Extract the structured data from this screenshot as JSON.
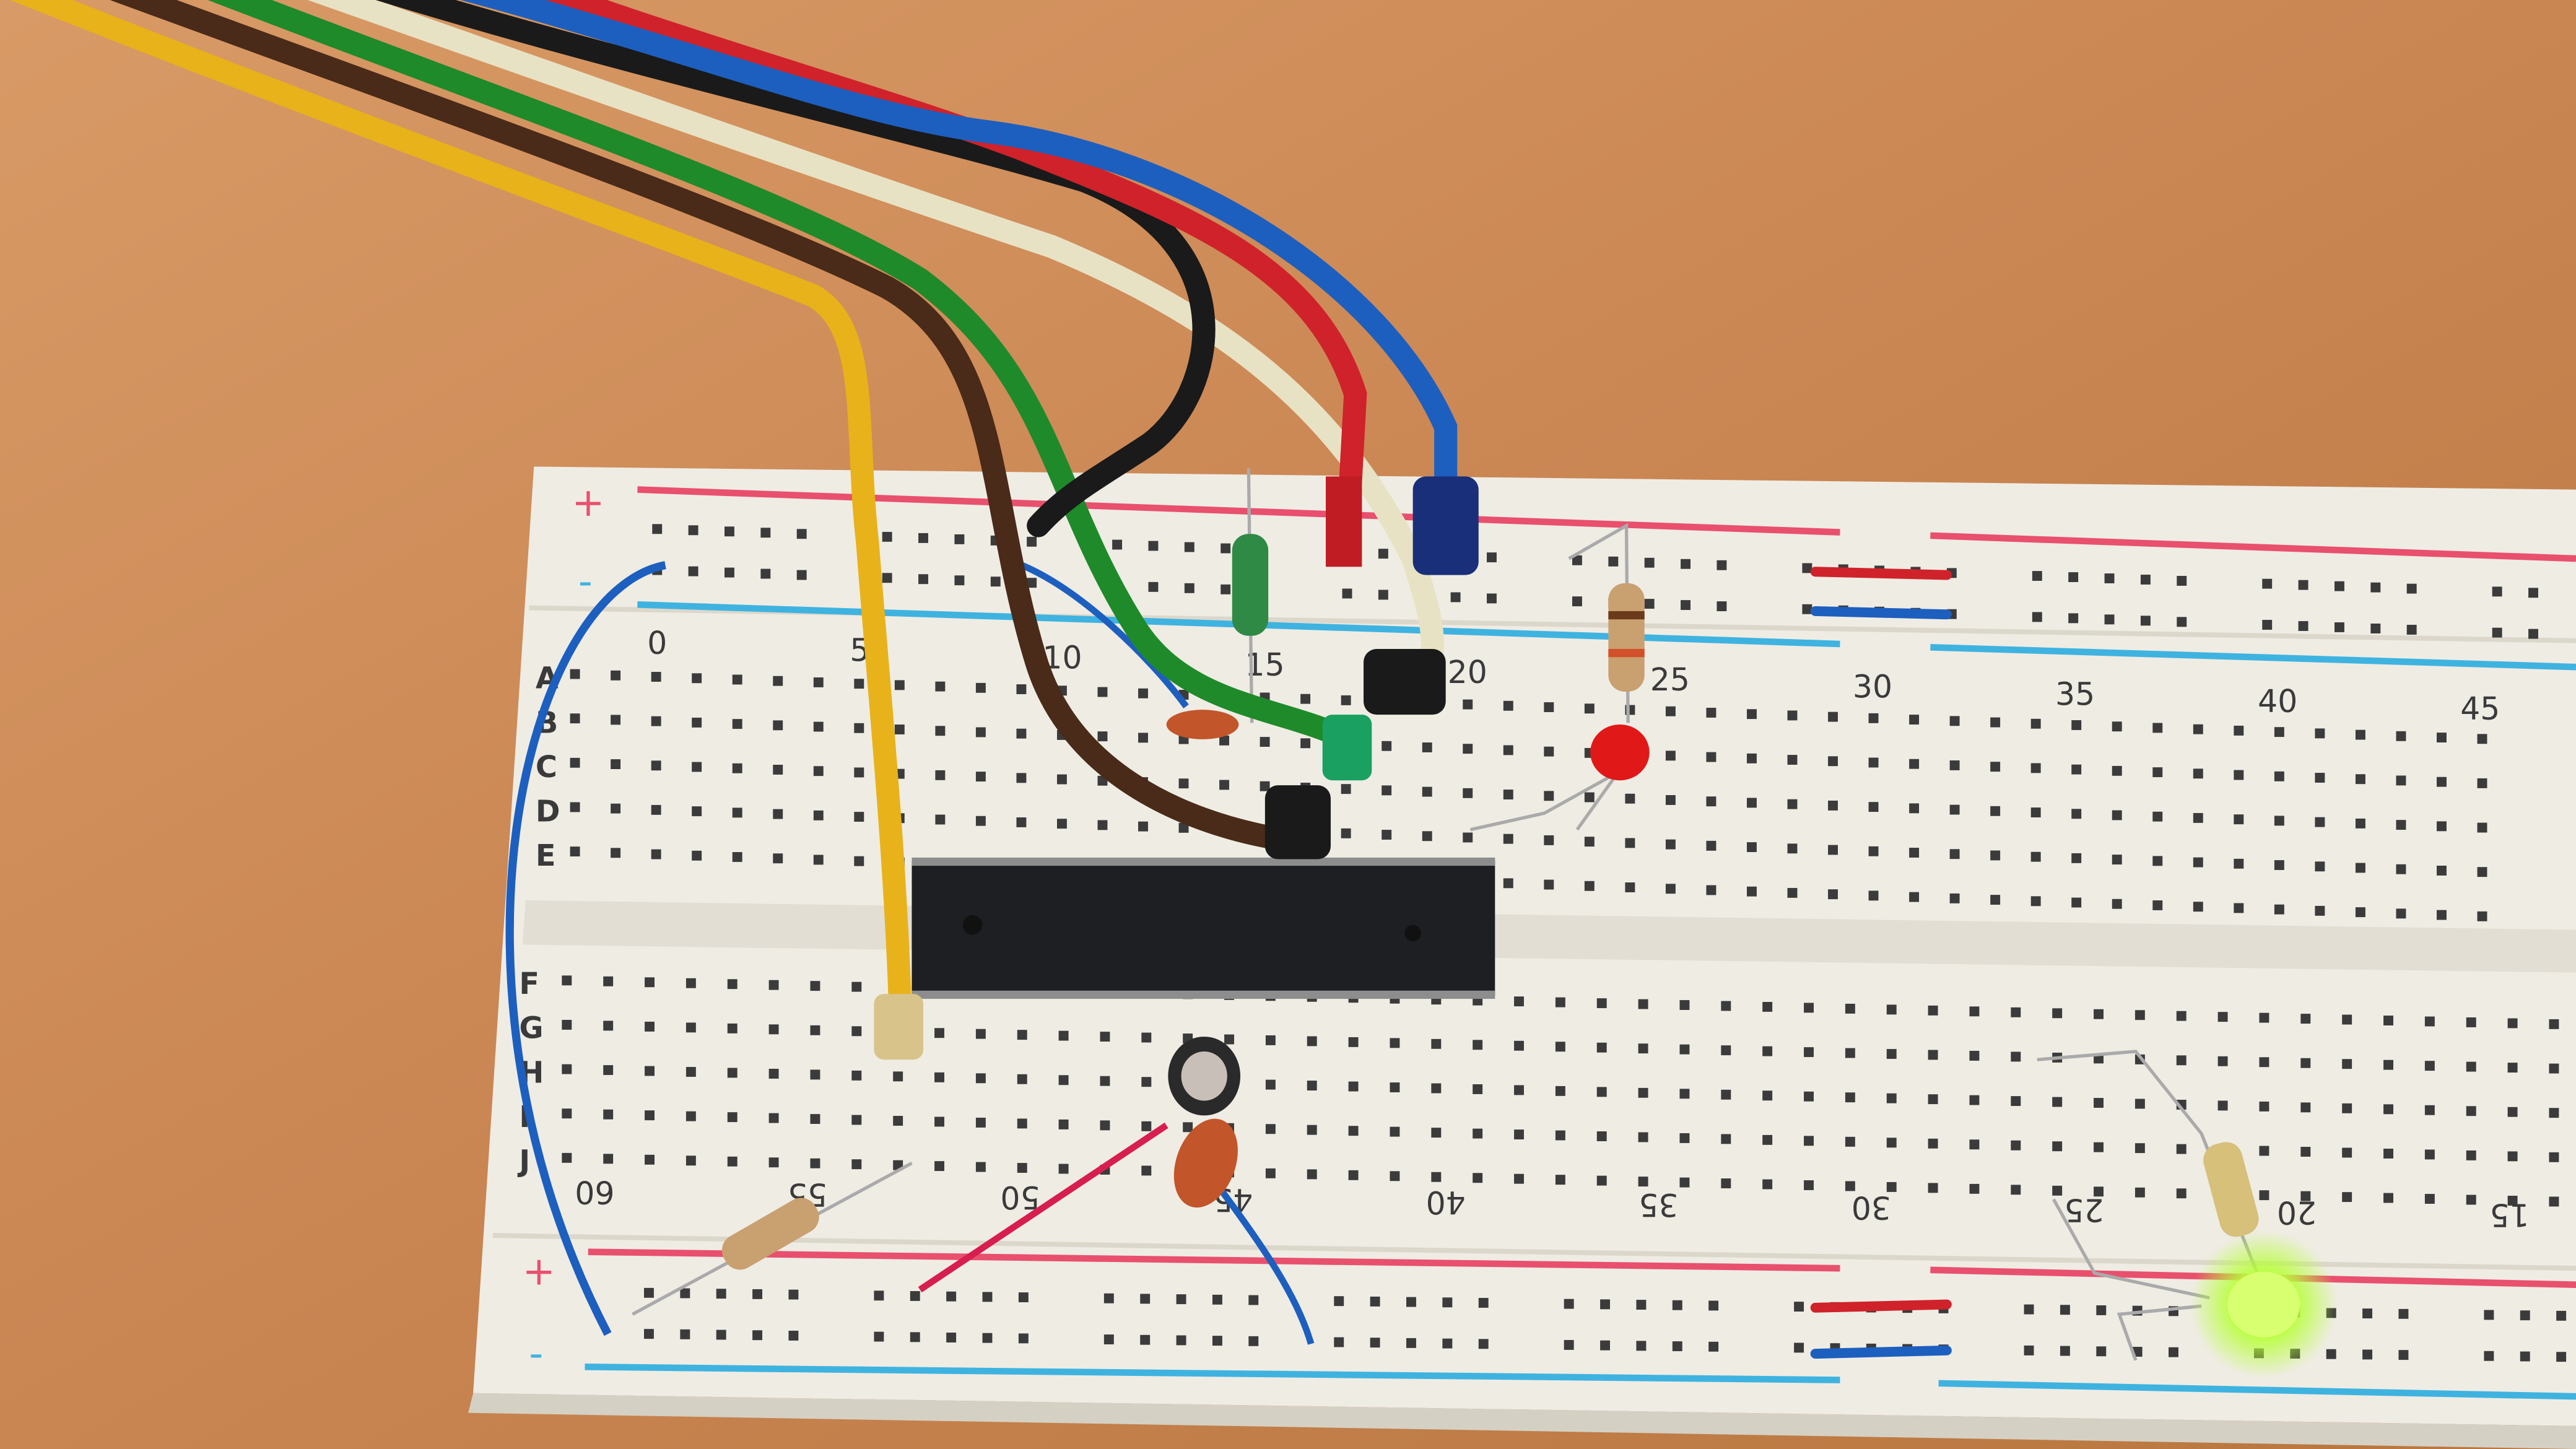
{
  "scene": "breadboard-with-microcontroller",
  "breadboard": {
    "top_rail_signs": [
      "+",
      "-"
    ],
    "bottom_rail_signs": [
      "+",
      "-"
    ],
    "top_column_numbers": [
      "0",
      "5",
      "10",
      "15",
      "20",
      "25",
      "30",
      "35",
      "40",
      "45"
    ],
    "bottom_column_numbers": [
      "60",
      "55",
      "50",
      "45",
      "40",
      "35",
      "30",
      "25",
      "20",
      "15"
    ],
    "top_row_letters": [
      "A",
      "B",
      "C",
      "D",
      "E"
    ],
    "bottom_row_letters": [
      "F",
      "G",
      "H",
      "I",
      "J"
    ]
  },
  "colors": {
    "wood": "#c98a55",
    "board": "#efece4",
    "rail_red": "#e8506e",
    "rail_blue": "#3fb3e0",
    "chip": "#1e1f22",
    "led_green": "#b8ff3a",
    "led_red": "#e01818"
  },
  "wires": [
    {
      "color": "#e8b21a"
    },
    {
      "color": "#4a2a18"
    },
    {
      "color": "#1f8a2a"
    },
    {
      "color": "#e8e2c4"
    },
    {
      "color": "#1a1a1a"
    },
    {
      "color": "#d0222a"
    },
    {
      "color": "#1d5fbf"
    }
  ]
}
